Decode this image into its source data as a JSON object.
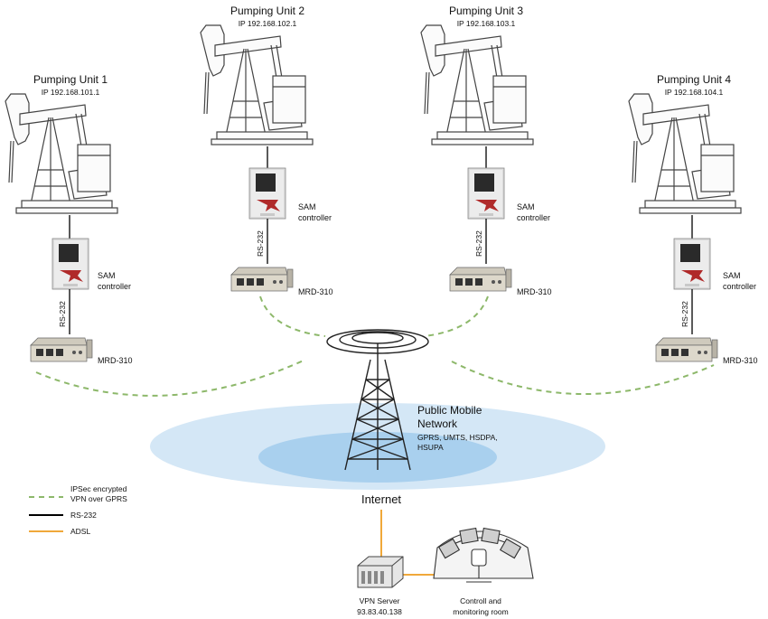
{
  "units": [
    {
      "title": "Pumping Unit 1",
      "ip": "IP 192.168.101.1",
      "controller_line1": "SAM",
      "controller_line2": "controller",
      "cable": "RS-232",
      "router": "MRD-310"
    },
    {
      "title": "Pumping Unit 2",
      "ip": "IP 192.168.102.1",
      "controller_line1": "SAM",
      "controller_line2": "controller",
      "cable": "RS-232",
      "router": "MRD-310"
    },
    {
      "title": "Pumping Unit 3",
      "ip": "IP 192.168.103.1",
      "controller_line1": "SAM",
      "controller_line2": "controller",
      "cable": "RS-232",
      "router": "MRD-310"
    },
    {
      "title": "Pumping Unit 4",
      "ip": "IP 192.168.104.1",
      "controller_line1": "SAM",
      "controller_line2": "controller",
      "cable": "RS-232",
      "router": "MRD-310"
    }
  ],
  "network": {
    "line1": "Public Mobile",
    "line2": "Network",
    "tech_line1": "GPRS, UMTS, HSDPA,",
    "tech_line2": "HSUPA",
    "internet": "Internet"
  },
  "vpn_server": {
    "line1": "VPN Server",
    "line2": "93.83.40.138"
  },
  "control_room": {
    "line1": "Controll and",
    "line2": "monitoring room"
  },
  "legend": {
    "vpn_line1": "IPSec encrypted",
    "vpn_line2": "VPN over GPRS",
    "rs232": "RS-232",
    "adsl": "ADSL"
  },
  "colors": {
    "vpn_dash": "#8db86a",
    "rs232": "#000000",
    "adsl": "#f0a83a",
    "cloud_outer": "#d4e7f6",
    "cloud_inner": "#a9d0ee",
    "controller_logo": "#b02a2a"
  }
}
